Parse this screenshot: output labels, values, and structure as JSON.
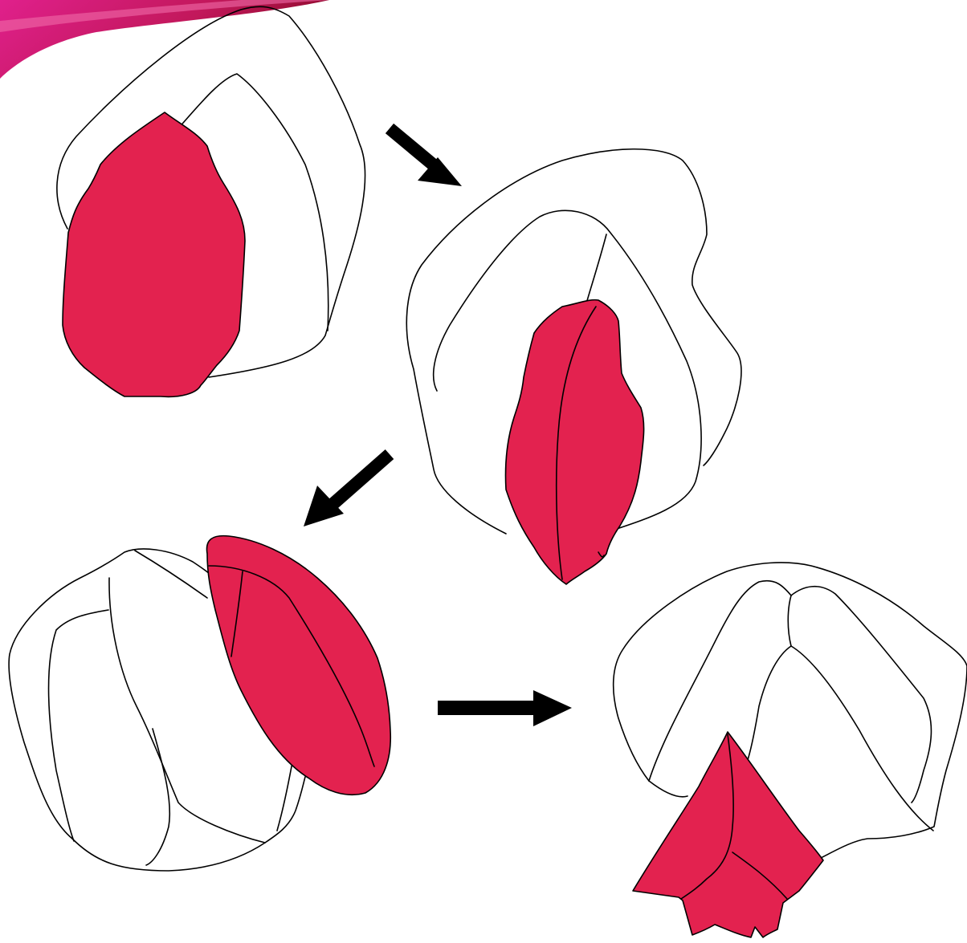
{
  "diagram": {
    "accent_color": "#e3224f",
    "outline_color": "#000000",
    "arrow_color": "#000000",
    "corner_decoration_colors": [
      "#8b0a2a",
      "#e0208c"
    ],
    "steps": [
      {
        "id": 1,
        "shape": "tooth-buccal-view",
        "highlight": "worn-facet"
      },
      {
        "id": 2,
        "shape": "tooth-occlusal-view",
        "highlight": "elongated-facet"
      },
      {
        "id": 3,
        "shape": "tooth-lateral-view",
        "highlight": "cusp-facet"
      },
      {
        "id": 4,
        "shape": "tooth-crown-view",
        "highlight": "pointed-cusp"
      }
    ],
    "arrows": [
      {
        "from": 1,
        "to": 2,
        "direction": "down-right"
      },
      {
        "from": 2,
        "to": 3,
        "direction": "down-left"
      },
      {
        "from": 3,
        "to": 4,
        "direction": "right"
      }
    ]
  }
}
